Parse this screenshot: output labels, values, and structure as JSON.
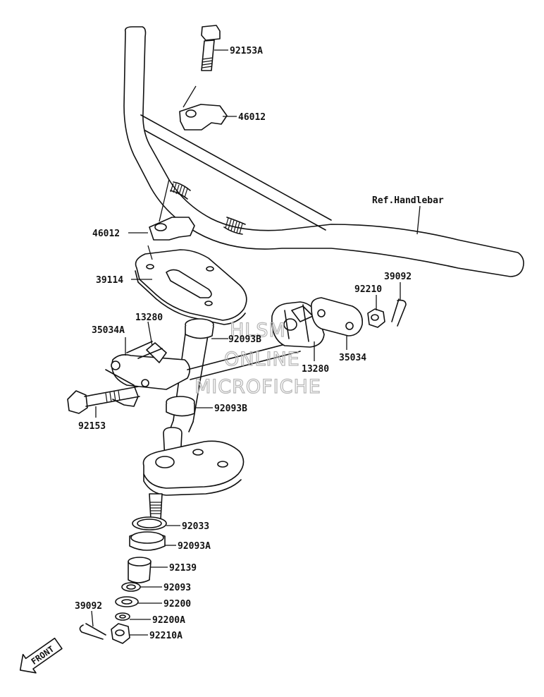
{
  "labels": {
    "p92153A": "92153A",
    "p46012_top": "46012",
    "ref_handlebar": "Ref.Handlebar",
    "p46012_bottom": "46012",
    "p39114": "39114",
    "p39092_right": "39092",
    "p92210": "92210",
    "p13280_left": "13280",
    "p35034A": "35034A",
    "p92093B_upper": "92093B",
    "p35034": "35034",
    "p13280_right": "13280",
    "p92153": "92153",
    "p92093B_lower": "92093B",
    "p92033": "92033",
    "p92093A": "92093A",
    "p92139": "92139",
    "p92093": "92093",
    "p92200": "92200",
    "p39092_left": "39092",
    "p92200A": "92200A",
    "p92210A": "92210A",
    "front_arrow": "FRONT"
  },
  "watermark": {
    "line1": "HLSM",
    "line2": "ONLINE",
    "line3": "MICROFICHE"
  }
}
